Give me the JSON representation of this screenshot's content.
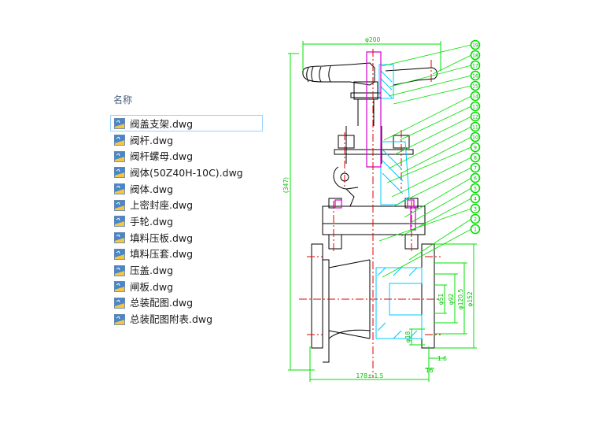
{
  "file_pane": {
    "column_header": "名称",
    "files": [
      {
        "name": "阀盖支架.dwg",
        "icon": "dwg-file-icon",
        "selected": true
      },
      {
        "name": "阀杆.dwg",
        "icon": "dwg-file-icon",
        "selected": false
      },
      {
        "name": "阀杆螺母.dwg",
        "icon": "dwg-file-icon",
        "selected": false
      },
      {
        "name": "阀体(50Z40H-10C).dwg",
        "icon": "dwg-file-icon",
        "selected": false
      },
      {
        "name": "阀体.dwg",
        "icon": "dwg-file-icon",
        "selected": false
      },
      {
        "name": "上密封座.dwg",
        "icon": "dwg-file-icon",
        "selected": false
      },
      {
        "name": "手轮.dwg",
        "icon": "dwg-file-icon",
        "selected": false
      },
      {
        "name": "填料压板.dwg",
        "icon": "dwg-file-icon",
        "selected": false
      },
      {
        "name": "填料压套.dwg",
        "icon": "dwg-file-icon",
        "selected": false
      },
      {
        "name": "压盖.dwg",
        "icon": "dwg-file-icon",
        "selected": false
      },
      {
        "name": "闸板.dwg",
        "icon": "dwg-file-icon",
        "selected": false
      },
      {
        "name": "总装配图.dwg",
        "icon": "dwg-file-icon",
        "selected": false
      },
      {
        "name": "总装配图附表.dwg",
        "icon": "dwg-file-icon",
        "selected": false
      }
    ]
  },
  "drawing": {
    "dimensions": {
      "handwheel_diameter": "φ200",
      "overall_height": "(347)",
      "face_to_face": "178± 1.5",
      "bore": "φ51",
      "raised_face": "φ92",
      "bolt_circle": "φ120.5",
      "flange_od": "φ152",
      "bolt_hole": "φ18",
      "raised_face_height": "1.6",
      "flange_thickness": "16"
    },
    "balloons": [
      "19",
      "18",
      "17",
      "16",
      "15",
      "14",
      "13",
      "12",
      "11",
      "10",
      "9",
      "8",
      "7",
      "6",
      "5",
      "4",
      "3",
      "2",
      "1"
    ],
    "colors": {
      "dimension": "#00e000",
      "centerline": "#e00000",
      "hatch": "#00c8ff",
      "outline": "#000000",
      "stem": "#d000d0"
    }
  }
}
